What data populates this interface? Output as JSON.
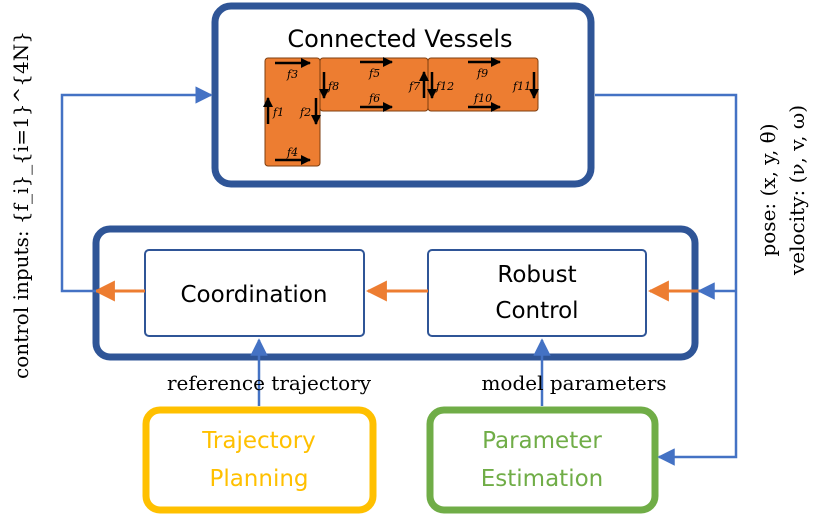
{
  "colors": {
    "frame": "#2f5597",
    "link": "#4472c4",
    "arrow_orange": "#ed7d31",
    "vessel_fill": "#ed7d31",
    "vessel_stroke": "#7f3f10",
    "planning": "#ffc000",
    "estimation": "#70ad47",
    "text": "#000000"
  },
  "vessels": {
    "title": "Connected Vessels",
    "forces": {
      "f1": "f1",
      "f2": "f2",
      "f3": "f3",
      "f4": "f4",
      "f5": "f5",
      "f6": "f6",
      "f7": "f7",
      "f8": "f8",
      "f9": "f9",
      "f10": "f10",
      "f11": "f11",
      "f12": "f12"
    }
  },
  "blocks": {
    "coordination": "Coordination",
    "robust_control_line1": "Robust",
    "robust_control_line2": "Control",
    "trajectory_planning_line1": "Trajectory",
    "trajectory_planning_line2": "Planning",
    "parameter_estimation_line1": "Parameter",
    "parameter_estimation_line2": "Estimation"
  },
  "labels": {
    "reference_trajectory": "reference trajectory",
    "model_parameters": "model parameters",
    "control_inputs": "control inputs: {f_i}_{i=1}^{4N}",
    "pose": "pose: (x, y, θ)",
    "velocity": "velocity: (ν, v, ω)"
  }
}
